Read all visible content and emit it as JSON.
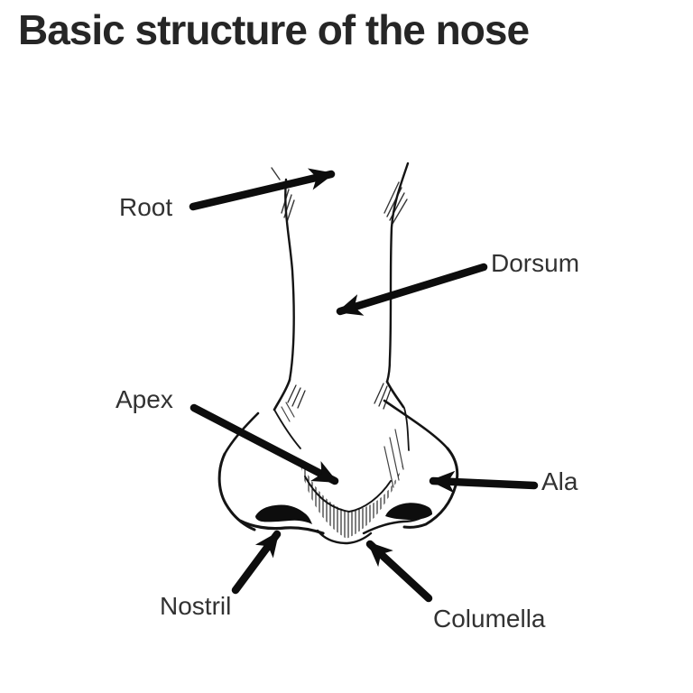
{
  "title": "Basic structure of the nose",
  "figure": {
    "name": "hand-drawn front view sketch of a human nose",
    "labels": [
      {
        "id": "root",
        "text": "Root",
        "target": "top of nasal bridge"
      },
      {
        "id": "dorsum",
        "text": "Dorsum",
        "target": "middle of nasal bridge"
      },
      {
        "id": "apex",
        "text": "Apex",
        "target": "tip of the nose"
      },
      {
        "id": "ala",
        "text": "Ala",
        "target": "right nasal wing"
      },
      {
        "id": "nostril",
        "text": "Nostril",
        "target": "left nostril opening"
      },
      {
        "id": "columella",
        "text": "Columella",
        "target": "base between nostrils"
      }
    ]
  },
  "colors": {
    "background": "#ffffff",
    "title_text": "#262626",
    "label_text": "#323232",
    "sketch_ink": "#141414",
    "arrow_ink": "#0d0d0d"
  }
}
